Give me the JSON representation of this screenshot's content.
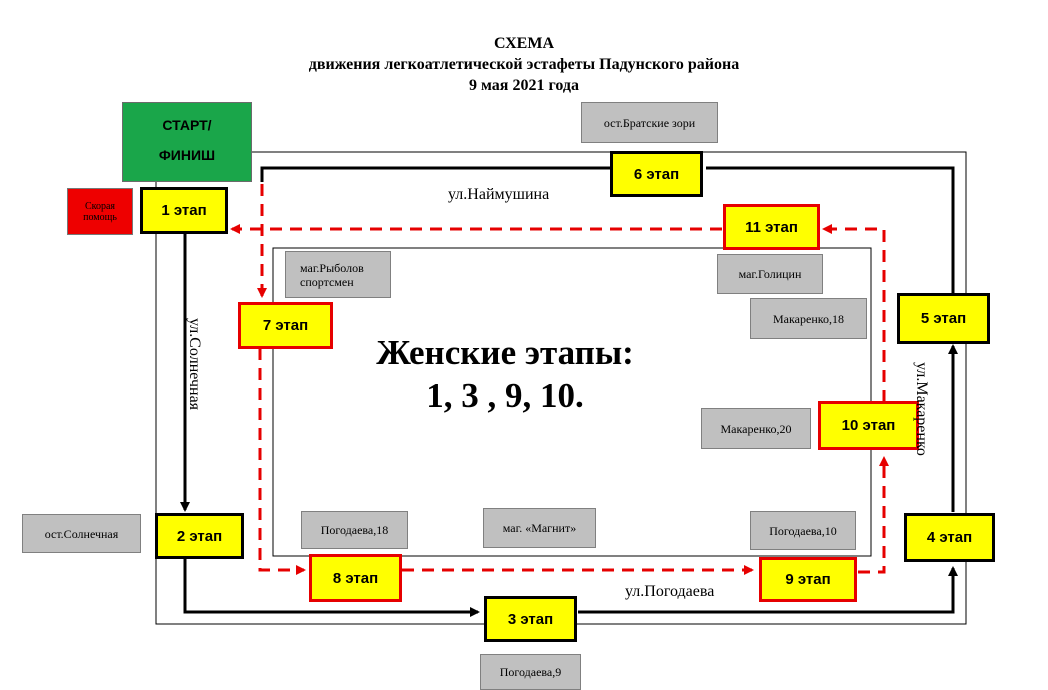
{
  "title": {
    "line1": "СХЕМА",
    "line2": "движения легкоатлетической эстафеты Падунского района",
    "line3": "9 мая 2021 года"
  },
  "start": {
    "line1": "СТАРТ/",
    "line2": "ФИНИШ"
  },
  "ambulance": {
    "line1": "Скорая",
    "line2": "помощь"
  },
  "stages": {
    "s1": "1 этап",
    "s2": "2 этап",
    "s3": "3 этап",
    "s4": "4 этап",
    "s5": "5 этап",
    "s6": "6 этап",
    "s7": "7 этап",
    "s8": "8 этап",
    "s9": "9 этап",
    "s10": "10 этап",
    "s11": "11 этап"
  },
  "stops": {
    "bratskie_zori": "ост.Братские зори",
    "solnechnaya": "ост.Солнечная",
    "rybolov_line1": "маг.Рыболов",
    "rybolov_line2": "спортсмен",
    "golitsin": "маг.Голицин",
    "makarenko18": "Макаренко,18",
    "makarenko20": "Макаренко,20",
    "pogodaeva18": "Погодаева,18",
    "magnit": "маг. «Магнит»",
    "pogodaeva10": "Погодаева,10",
    "pogodaeva9": "Погодаева,9"
  },
  "streets": {
    "naimushina": "ул.Наймушина",
    "solnechnaya": "ул.Солнечная",
    "makarenko": "ул.Макаренко",
    "pogodaeva": "ул.Погодаева"
  },
  "women": {
    "line1": "Женские этапы:",
    "line2": "1, 3 , 9, 10."
  },
  "colors": {
    "stage_fill": "#ffff00",
    "women_stage_border": "#e60000",
    "start_fill": "#1aa64a",
    "ambulance_fill": "#ee0000",
    "stop_fill": "#c0c0c0",
    "route_men": "#000000",
    "route_women": "#e60000"
  }
}
